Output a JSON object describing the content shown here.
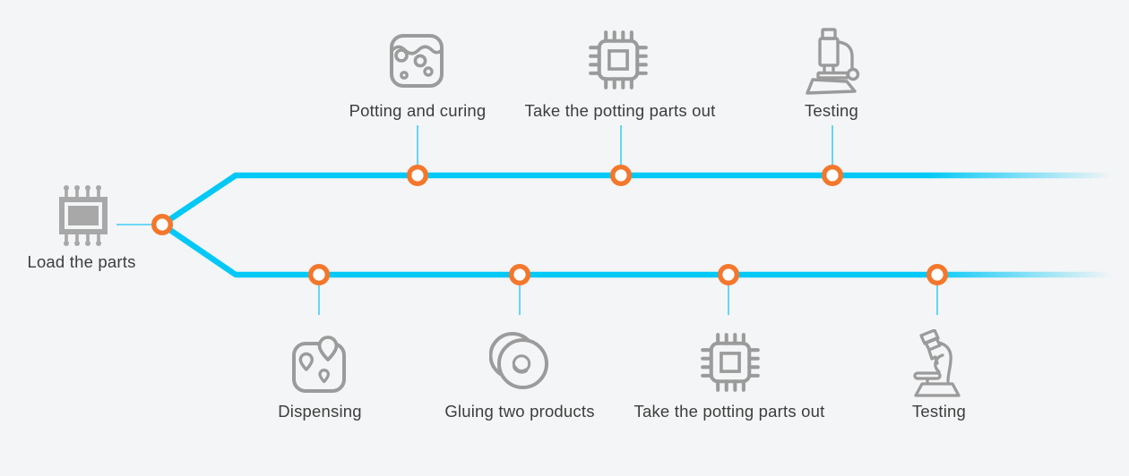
{
  "diagram": {
    "title_hint": "Potting process flow",
    "colors": {
      "background": "#f4f5f6",
      "flow_line": "#00c8f7",
      "connector_line": "#3fcdf5",
      "node_ring": "#f4772c",
      "node_fill": "#ffffff",
      "icon": "#9b9b9b",
      "text": "#3d3d3d"
    },
    "start": {
      "label": "Load the parts",
      "icon": "chip-filled-icon"
    },
    "top_branch": {
      "steps": [
        {
          "label": "Potting and curing",
          "icon": "potting-curing-icon"
        },
        {
          "label": "Take the potting parts out",
          "icon": "chip-outline-icon"
        },
        {
          "label": "Testing",
          "icon": "microscope-icon"
        }
      ]
    },
    "bottom_branch": {
      "steps": [
        {
          "label": "Dispensing",
          "icon": "dispensing-icon"
        },
        {
          "label": "Gluing two products",
          "icon": "gluing-two-products-icon"
        },
        {
          "label": "Take the potting parts out",
          "icon": "chip-outline-icon"
        },
        {
          "label": "Testing",
          "icon": "microscope-tilted-icon"
        }
      ]
    }
  }
}
